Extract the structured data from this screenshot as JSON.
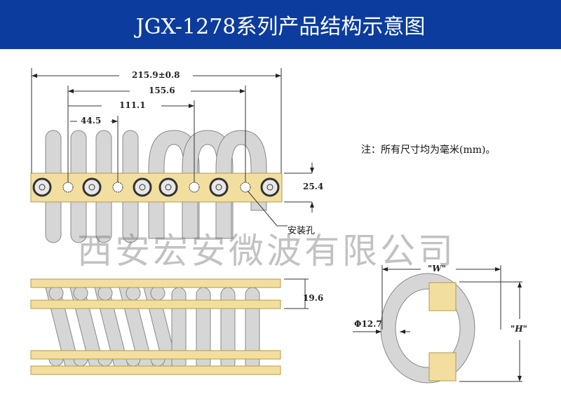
{
  "title": "JGX-1278系列产品结构示意图",
  "note": "注：所有尺寸均为毫米(mm)。",
  "watermark": "西安宏安微波有限公司",
  "labels": {
    "mounting_hole": "安装孔"
  },
  "dimensions": {
    "overall_length": "215.9±0.8",
    "hole_span_1": "155.6",
    "hole_span_2": "111.1",
    "hole_span_3": "44.5",
    "bar_width": "25.4",
    "bar_height": "19.6",
    "cable_diameter": "Φ12.7",
    "width": "\"W\"",
    "height": "\"H\""
  },
  "colors": {
    "header": "#0b3c9e",
    "bar": "#f2dfa0",
    "cable": "#d6d6d6"
  }
}
